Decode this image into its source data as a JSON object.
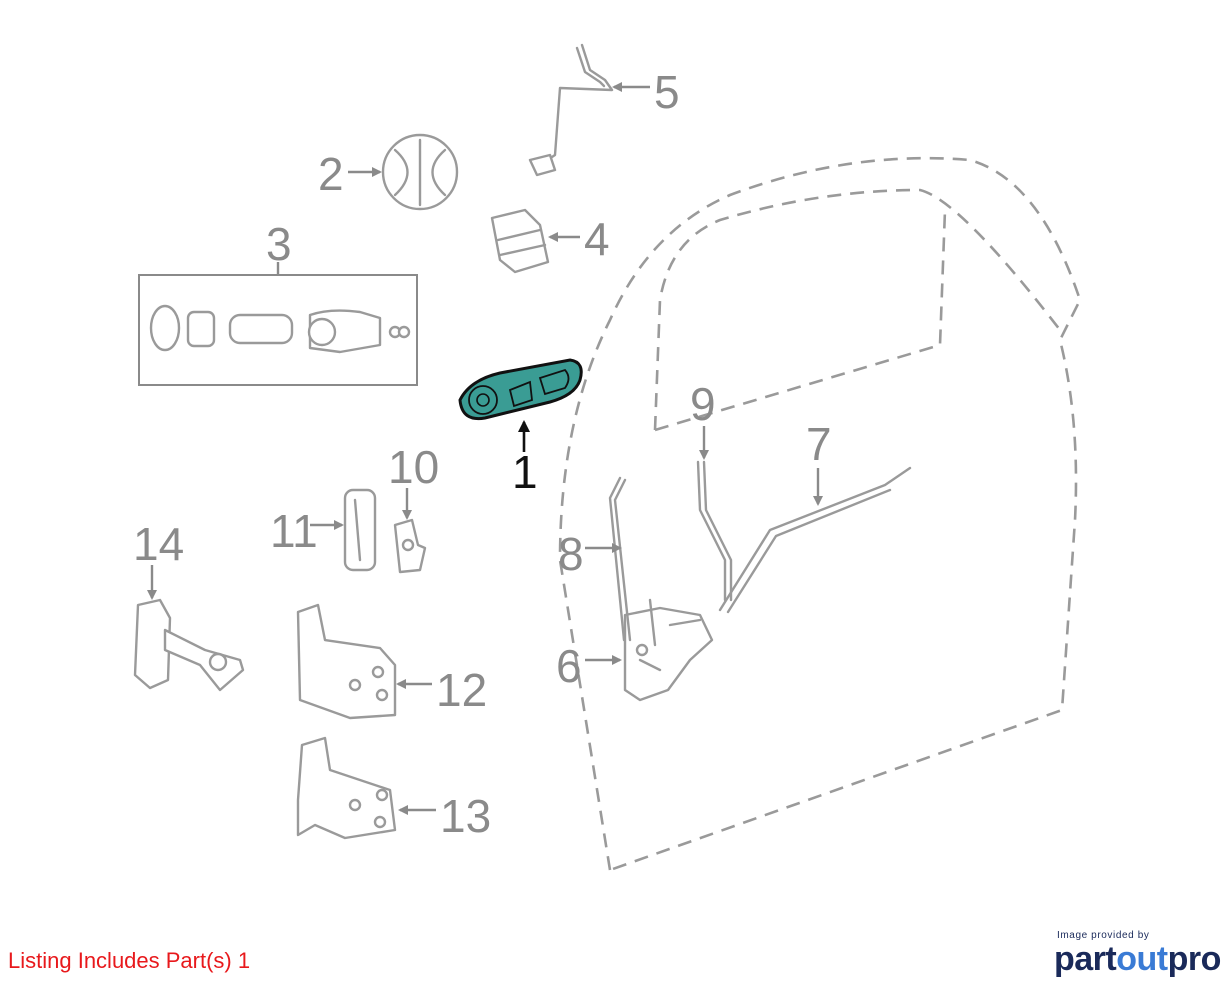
{
  "callouts": {
    "c1": "1",
    "c2": "2",
    "c3": "3",
    "c4": "4",
    "c5": "5",
    "c6": "6",
    "c7": "7",
    "c8": "8",
    "c9": "9",
    "c10": "10",
    "c11": "11",
    "c12": "12",
    "c13": "13",
    "c14": "14"
  },
  "highlighted_part": "1",
  "footer": {
    "listing_note": "Listing Includes Part(s) 1",
    "provided_by": "Image provided by",
    "brand": {
      "a": "part",
      "b": "out",
      "c": "pro"
    }
  },
  "colors": {
    "highlight_fill": "#3a9c94",
    "listing_text": "#e8191c",
    "callout_gray": "#8a8a8a",
    "brand_navy": "#1a2a5a",
    "brand_blue": "#3a7bd5"
  }
}
